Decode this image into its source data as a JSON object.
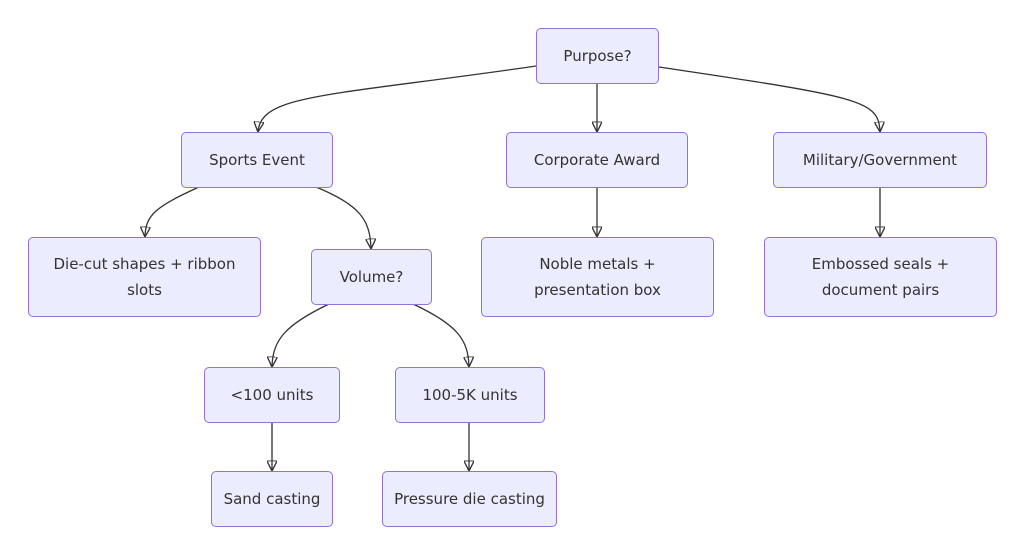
{
  "diagram": {
    "nodes": {
      "purpose": "Purpose?",
      "sports_event": "Sports Event",
      "corporate_award": "Corporate Award",
      "military_government": "Military/Government",
      "die_cut": "Die-cut shapes + ribbon slots",
      "volume": "Volume?",
      "noble_metals": "Noble metals + presentation box",
      "embossed_seals": "Embossed seals + document pairs",
      "under_100": "<100 units",
      "range_100_5k": "100-5K units",
      "sand_casting": "Sand casting",
      "pressure_die_casting": "Pressure die casting"
    },
    "edges": [
      {
        "from": "purpose",
        "to": "sports_event"
      },
      {
        "from": "purpose",
        "to": "corporate_award"
      },
      {
        "from": "purpose",
        "to": "military_government"
      },
      {
        "from": "sports_event",
        "to": "die_cut"
      },
      {
        "from": "sports_event",
        "to": "volume"
      },
      {
        "from": "corporate_award",
        "to": "noble_metals"
      },
      {
        "from": "military_government",
        "to": "embossed_seals"
      },
      {
        "from": "volume",
        "to": "under_100"
      },
      {
        "from": "volume",
        "to": "range_100_5k"
      },
      {
        "from": "under_100",
        "to": "sand_casting"
      },
      {
        "from": "range_100_5k",
        "to": "pressure_die_casting"
      }
    ],
    "colors": {
      "node_fill": "#ECECFF",
      "node_border": "#9370DB",
      "text": "#333333",
      "edge": "#333333"
    }
  }
}
